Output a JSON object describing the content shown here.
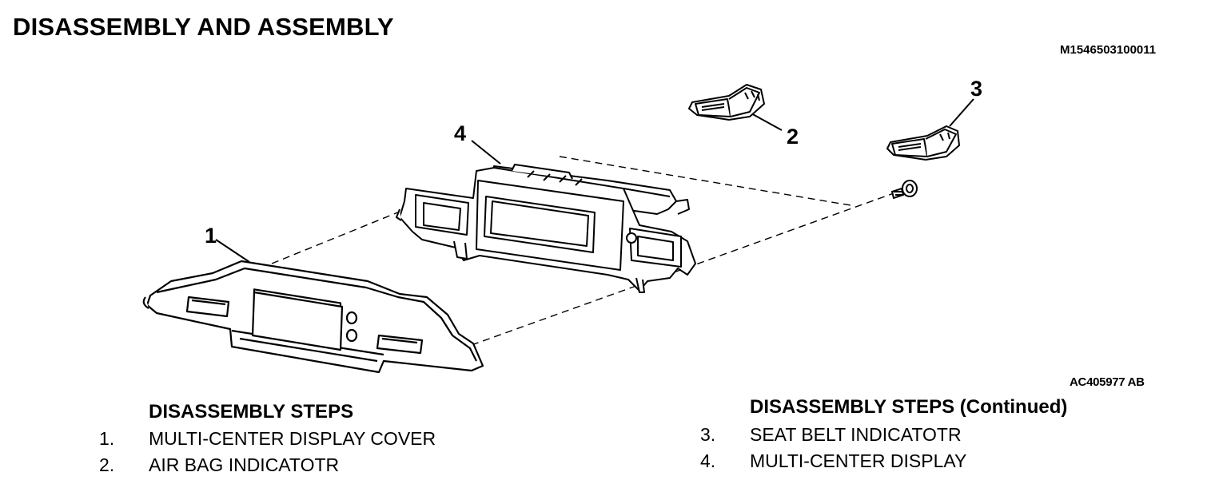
{
  "title": "DISASSEMBLY AND ASSEMBLY",
  "document_code": "M1546503100011",
  "figure_code": "AC405977 AB",
  "callouts": [
    "1",
    "2",
    "3",
    "4"
  ],
  "steps_left": {
    "heading": "DISASSEMBLY STEPS",
    "items": [
      {
        "num": "1.",
        "text": "MULTI-CENTER DISPLAY COVER"
      },
      {
        "num": "2.",
        "text": "AIR BAG INDICATOTR"
      }
    ]
  },
  "steps_right": {
    "heading": "DISASSEMBLY STEPS (Continued)",
    "items": [
      {
        "num": "3.",
        "text": "SEAT BELT INDICATOTR"
      },
      {
        "num": "4.",
        "text": "MULTI-CENTER DISPLAY"
      }
    ]
  }
}
